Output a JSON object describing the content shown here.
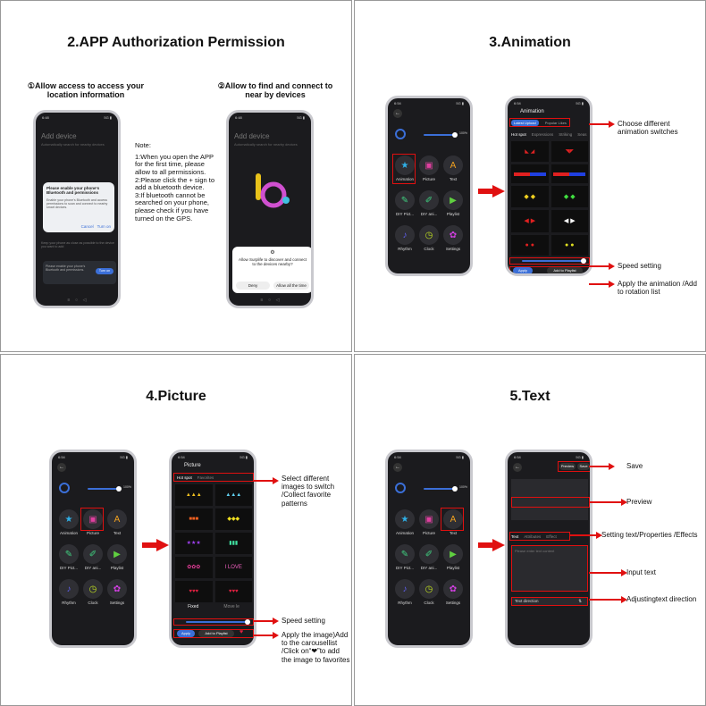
{
  "sections": {
    "auth": {
      "title": "2.APP Authorization Permission",
      "left_caption": "①Allow access to access your location information",
      "right_caption": "②Allow to find and connect to near by devices",
      "note_title": "Note:",
      "note_lines": [
        "1:When you open the APP for the first time, please allow to all permissions.",
        "2:Please click the + sign to add a bluetooth device.",
        "3:If bluetooth cannot be searched on your phone, please check if you have turned on the GPS."
      ],
      "phone_title": "Add device",
      "phone_sub": "Automatically search for nearby devices",
      "bt_dialog_title": "Please enable your phone's Bluetooth and permissions",
      "bt_dialog_body": "Enable your phone's Bluetooth and access permissions to scan and connect to nearby smart devices.",
      "bt_cancel": "Cancel",
      "bt_turn_on": "Turn on",
      "bottom_hint": "Keep your phone as close as possible to the device you want to add",
      "bt_card_text": "Please enable your phone's Bluetooth and permissions.",
      "bt_card_btn": "Turn on",
      "allow_dialog_text": "Allow Surplife to discover and connect to the devices nearby?",
      "deny": "Deny",
      "allow_all": "Allow all the time"
    },
    "animation": {
      "title": "3.Animation",
      "screen_title": "Animation",
      "tabs": [
        "Latest Upload",
        "Popular Likes"
      ],
      "subtabs": [
        "Hot spot",
        "Expressions",
        "Striking",
        "Seas"
      ],
      "ann_switch": "Choose different animation switches",
      "ann_speed": "Speed setting",
      "ann_apply": "Apply the animation /Add to rotation list",
      "apply": "Apply",
      "add_playlist": "Add to Playlist"
    },
    "picture": {
      "title": "4.Picture",
      "screen_title": "Picture",
      "tabs": [
        "Hot spot",
        "Favorites"
      ],
      "ann_select": "Select different images to switch /Collect favorite patterns",
      "ann_speed": "Speed setting",
      "ann_apply": "Apply the image)Add to the carousellist /Click on“❤”to add the image to favorites",
      "fixed": "Fixed",
      "move": "Move le",
      "apply": "Apply",
      "add_playlist": "Add to Playlist"
    },
    "text": {
      "title": "5.Text",
      "preview_btn": "Preview",
      "save_btn": "Save",
      "tabs": [
        "Text",
        "Attributes",
        "Effect"
      ],
      "placeholder": "Please enter text content",
      "direction": "Text direction",
      "ann_save": "Save",
      "ann_preview": "Preview",
      "ann_setting": "Setting text/Properties /Effects",
      "ann_input": "Input text",
      "ann_direction": "Adjustingtext direction"
    }
  },
  "home_screen": {
    "time": "6:54",
    "brightness": "100%",
    "items": [
      "Animation",
      "Picture",
      "Text",
      "DIY Pict...",
      "DIY ani...",
      "Playlist",
      "Rhythm",
      "Clock",
      "Settings"
    ]
  },
  "colors": {
    "accent": "#3b6fd8",
    "annotation": "#e01010"
  }
}
